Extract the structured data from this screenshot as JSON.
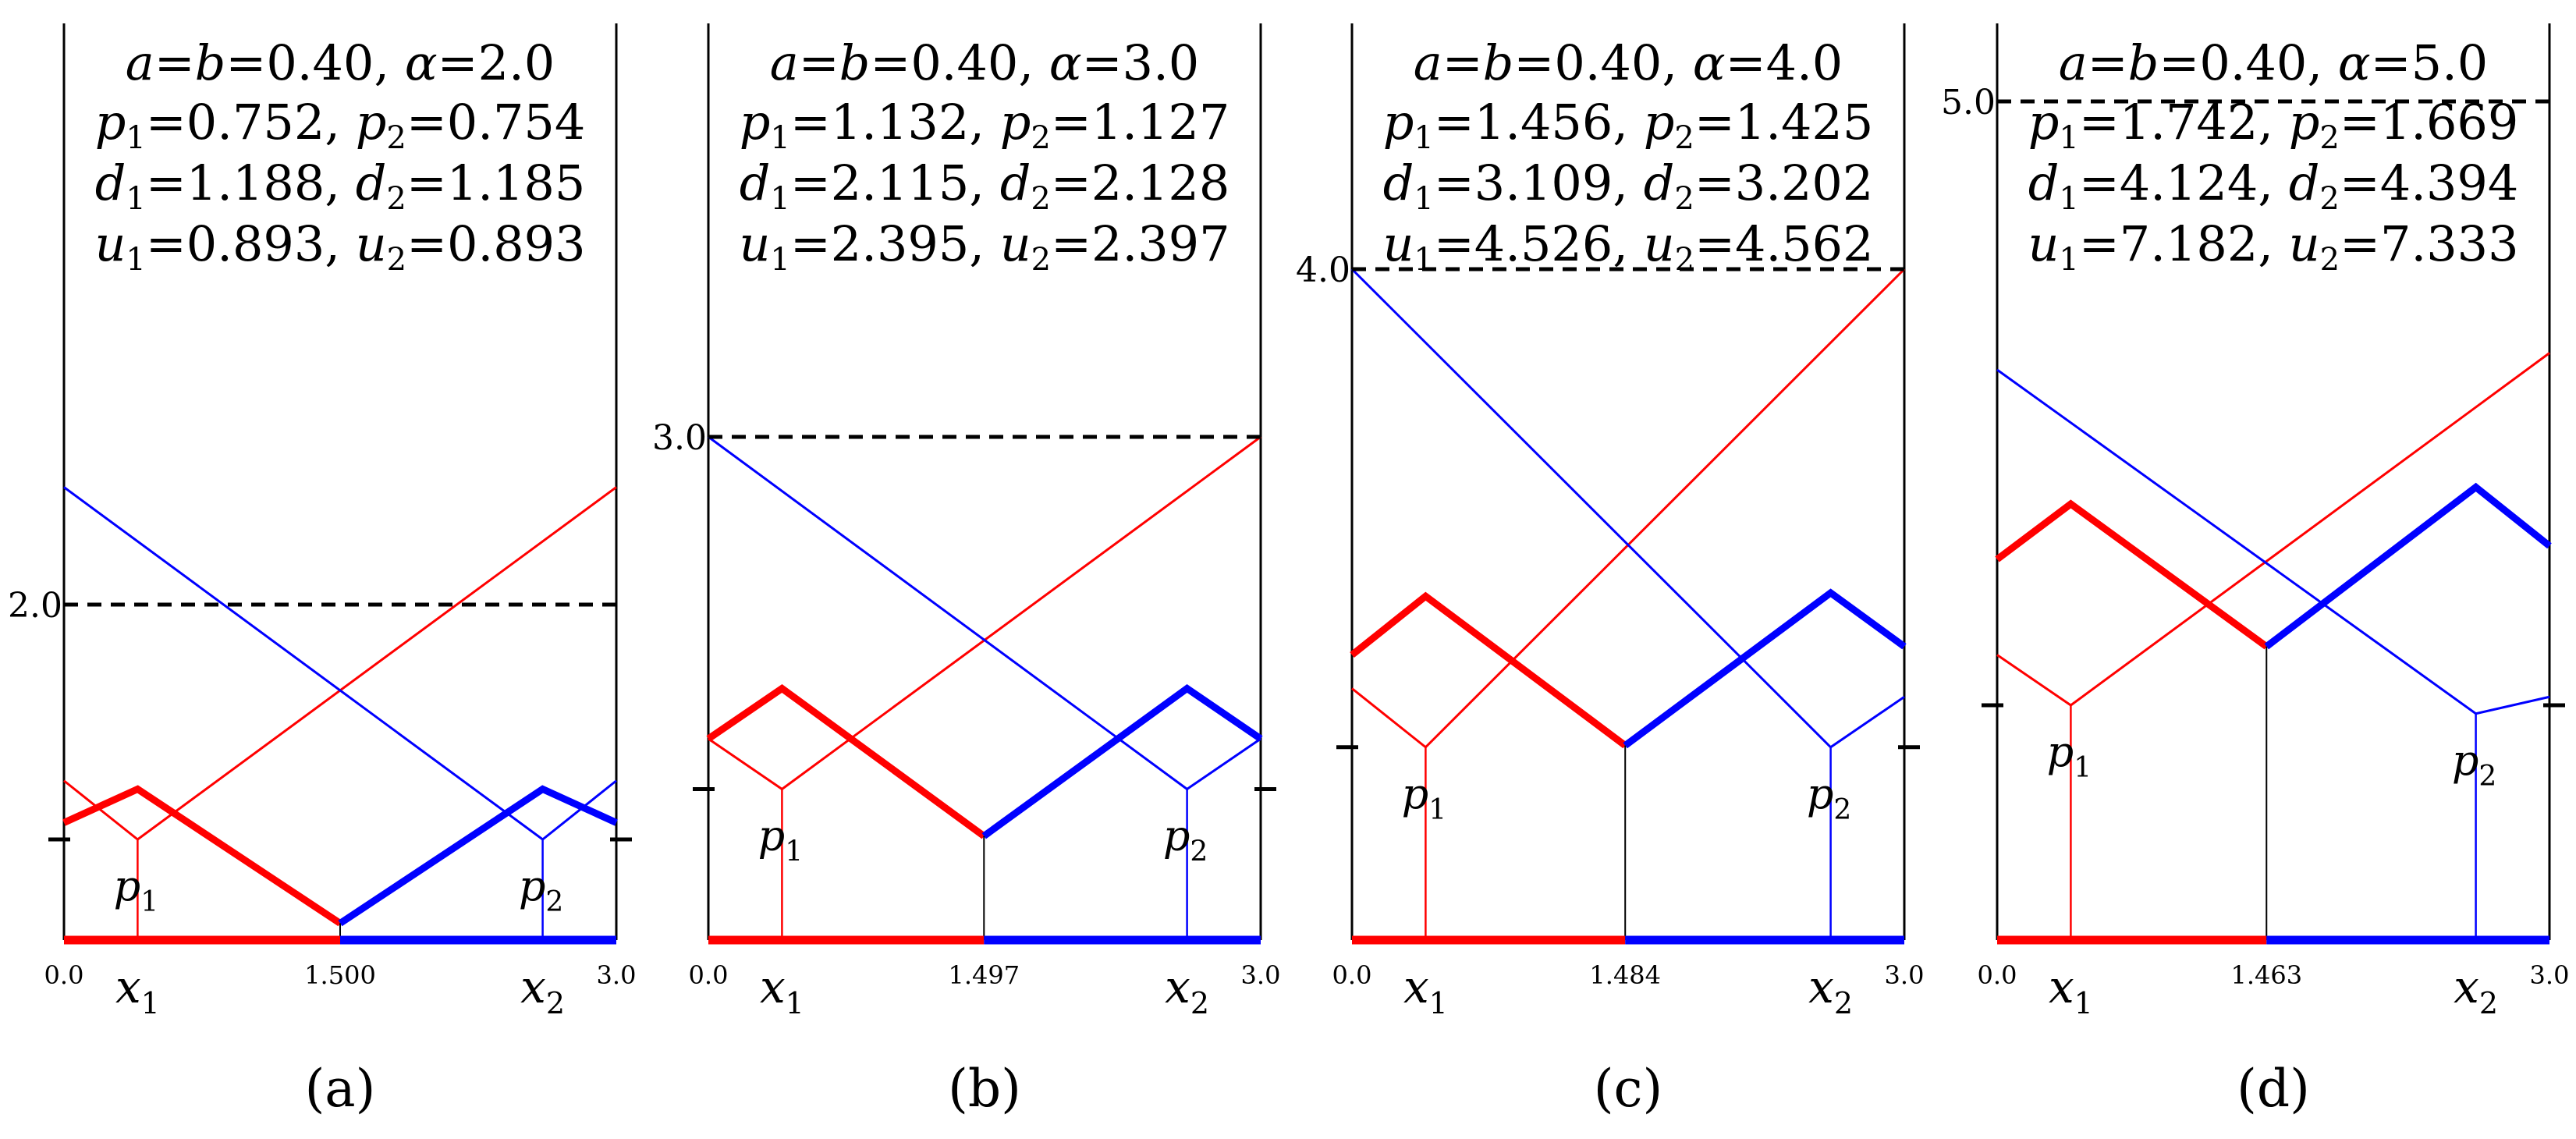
{
  "colors": {
    "red": "#ff0000",
    "blue": "#0000ff",
    "black": "#000000"
  },
  "panels": [
    {
      "caption": "(a)",
      "a": "0.40",
      "b": "0.40",
      "alpha": 2.0,
      "alpha_label": "2.0",
      "p1": "0.752",
      "p2": "0.754",
      "d1": "1.188",
      "d2": "1.185",
      "u1": "0.893",
      "u2": "0.893",
      "x1": 0.4,
      "x2": 2.6,
      "split": 1.5,
      "split_label": "1.500",
      "y_red_left": 0.7,
      "y_blue_right": 0.7,
      "y_red_line_left": 0.95,
      "y_blue_line_right": 0.95,
      "y_split": 0.1,
      "y_peak_red": 0.9,
      "y_peak_blue": 0.9,
      "y_red_bound": 2.7,
      "y_blue_bound": 2.7,
      "y_p1": 0.6,
      "y_p2": 0.6,
      "y_ticks": 0.6,
      "y_max": 5.5
    },
    {
      "caption": "(b)",
      "a": "0.40",
      "b": "0.40",
      "alpha": 3.0,
      "alpha_label": "3.0",
      "p1": "1.132",
      "p2": "1.127",
      "d1": "2.115",
      "d2": "2.128",
      "u1": "2.395",
      "u2": "2.397",
      "x1": 0.4,
      "x2": 2.6,
      "split": 1.497,
      "split_label": "1.497",
      "y_red_left": 1.2,
      "y_blue_right": 1.2,
      "y_red_line_left": 1.2,
      "y_blue_line_right": 1.2,
      "y_split": 0.62,
      "y_peak_red": 1.5,
      "y_peak_blue": 1.5,
      "y_red_bound": 3.0,
      "y_blue_bound": 3.0,
      "y_p1": 0.9,
      "y_p2": 0.9,
      "y_ticks": 0.9,
      "y_max": 5.5
    },
    {
      "caption": "(c)",
      "a": "0.40",
      "b": "0.40",
      "alpha": 4.0,
      "alpha_label": "4.0",
      "p1": "1.456",
      "p2": "1.425",
      "d1": "3.109",
      "d2": "3.202",
      "u1": "4.526",
      "u2": "4.562",
      "x1": 0.4,
      "x2": 2.6,
      "split": 1.484,
      "split_label": "1.484",
      "y_red_left": 1.7,
      "y_blue_right": 1.75,
      "y_red_line_left": 1.5,
      "y_blue_line_right": 1.45,
      "y_split": 1.16,
      "y_peak_red": 2.05,
      "y_peak_blue": 2.07,
      "y_red_bound": 4.0,
      "y_blue_bound": 4.0,
      "y_p1": 1.15,
      "y_p2": 1.15,
      "y_ticks": 1.15,
      "y_max": 5.5
    },
    {
      "caption": "(d)",
      "a": "0.40",
      "b": "0.40",
      "alpha": 5.0,
      "alpha_label": "5.0",
      "p1": "1.742",
      "p2": "1.669",
      "d1": "4.124",
      "d2": "4.394",
      "u1": "7.182",
      "u2": "7.333",
      "x1": 0.4,
      "x2": 2.6,
      "split": 1.463,
      "split_label": "1.463",
      "y_red_left": 2.27,
      "y_blue_right": 2.35,
      "y_red_line_left": 1.7,
      "y_blue_line_right": 1.45,
      "y_split": 1.75,
      "y_peak_red": 2.6,
      "y_peak_blue": 2.7,
      "y_red_bound": 3.5,
      "y_blue_bound": 3.4,
      "y_p1": 1.4,
      "y_p2": 1.35,
      "y_ticks": 1.4,
      "y_max": 5.5
    }
  ],
  "axis": {
    "x_min_label": "0.0",
    "x_max_label": "3.0",
    "x1_label": "x",
    "x2_label": "x",
    "sub1": "1",
    "sub2": "2",
    "p_label": "p"
  }
}
